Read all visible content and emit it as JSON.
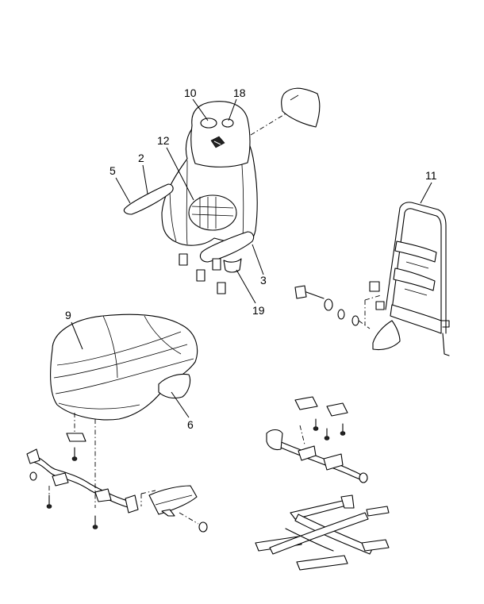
{
  "callouts": {
    "c10": "10",
    "c18": "18",
    "c12": "12",
    "c5": "5",
    "c2": "2",
    "c11": "11",
    "c3": "3",
    "c19": "19",
    "c9": "9",
    "c6": "6"
  }
}
